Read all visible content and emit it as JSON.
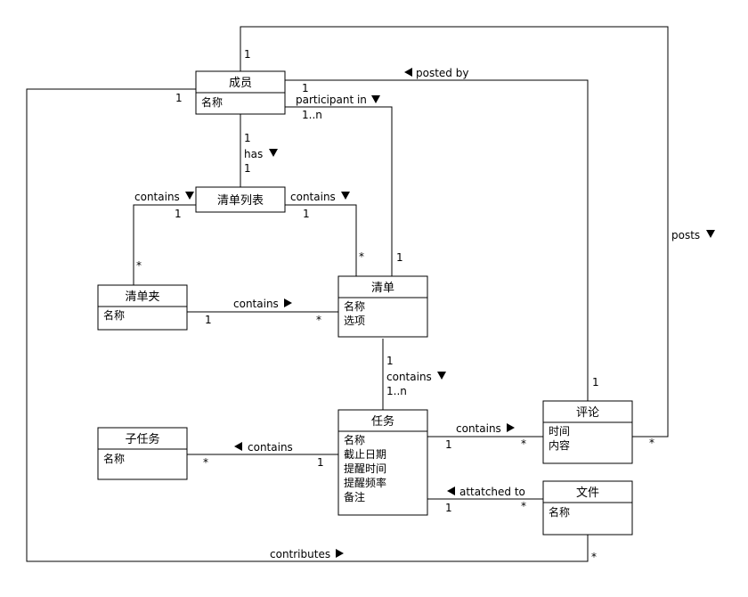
{
  "classes": {
    "member": {
      "name": "成员",
      "attrs": [
        "名称"
      ]
    },
    "listlist": {
      "name": "清单列表",
      "attrs": []
    },
    "folder": {
      "name": "清单夹",
      "attrs": [
        "名称"
      ]
    },
    "list": {
      "name": "清单",
      "attrs": [
        "名称",
        "选项"
      ]
    },
    "subtask": {
      "name": "子任务",
      "attrs": [
        "名称"
      ]
    },
    "task": {
      "name": "任务",
      "attrs": [
        "名称",
        "截止日期",
        "提醒时间",
        "提醒频率",
        "备注"
      ]
    },
    "comment": {
      "name": "评论",
      "attrs": [
        "时间",
        "内容"
      ]
    },
    "file": {
      "name": "文件",
      "attrs": [
        "名称"
      ]
    }
  },
  "labels": {
    "posted_by": "posted by",
    "participant_in": "participant in",
    "has": "has",
    "contains": "contains",
    "posts": "posts",
    "attached_to": "attatched to",
    "contributes": "contributes"
  },
  "multiplicities": {
    "one": "1",
    "many": "*",
    "one_to_many": "1..n"
  }
}
